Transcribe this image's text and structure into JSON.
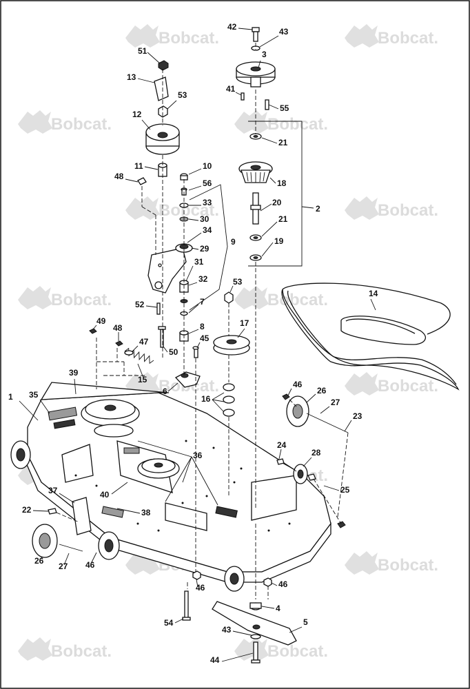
{
  "watermark": {
    "text": "Bobcat."
  },
  "callouts": [
    "1",
    "2",
    "3",
    "4",
    "5",
    "6",
    "7",
    "8",
    "9",
    "10",
    "11",
    "12",
    "13",
    "14",
    "15",
    "16",
    "17",
    "18",
    "19",
    "20",
    "21",
    "22",
    "23",
    "24",
    "25",
    "26",
    "27",
    "28",
    "29",
    "30",
    "31",
    "32",
    "33",
    "34",
    "35",
    "36",
    "37",
    "38",
    "39",
    "40",
    "41",
    "42",
    "43",
    "44",
    "45",
    "46",
    "47",
    "48",
    "49",
    "50",
    "51",
    "52",
    "53",
    "54",
    "55",
    "56"
  ],
  "colors": {
    "line": "#111111",
    "watermark": "#dcdcdc",
    "background": "#ffffff"
  }
}
